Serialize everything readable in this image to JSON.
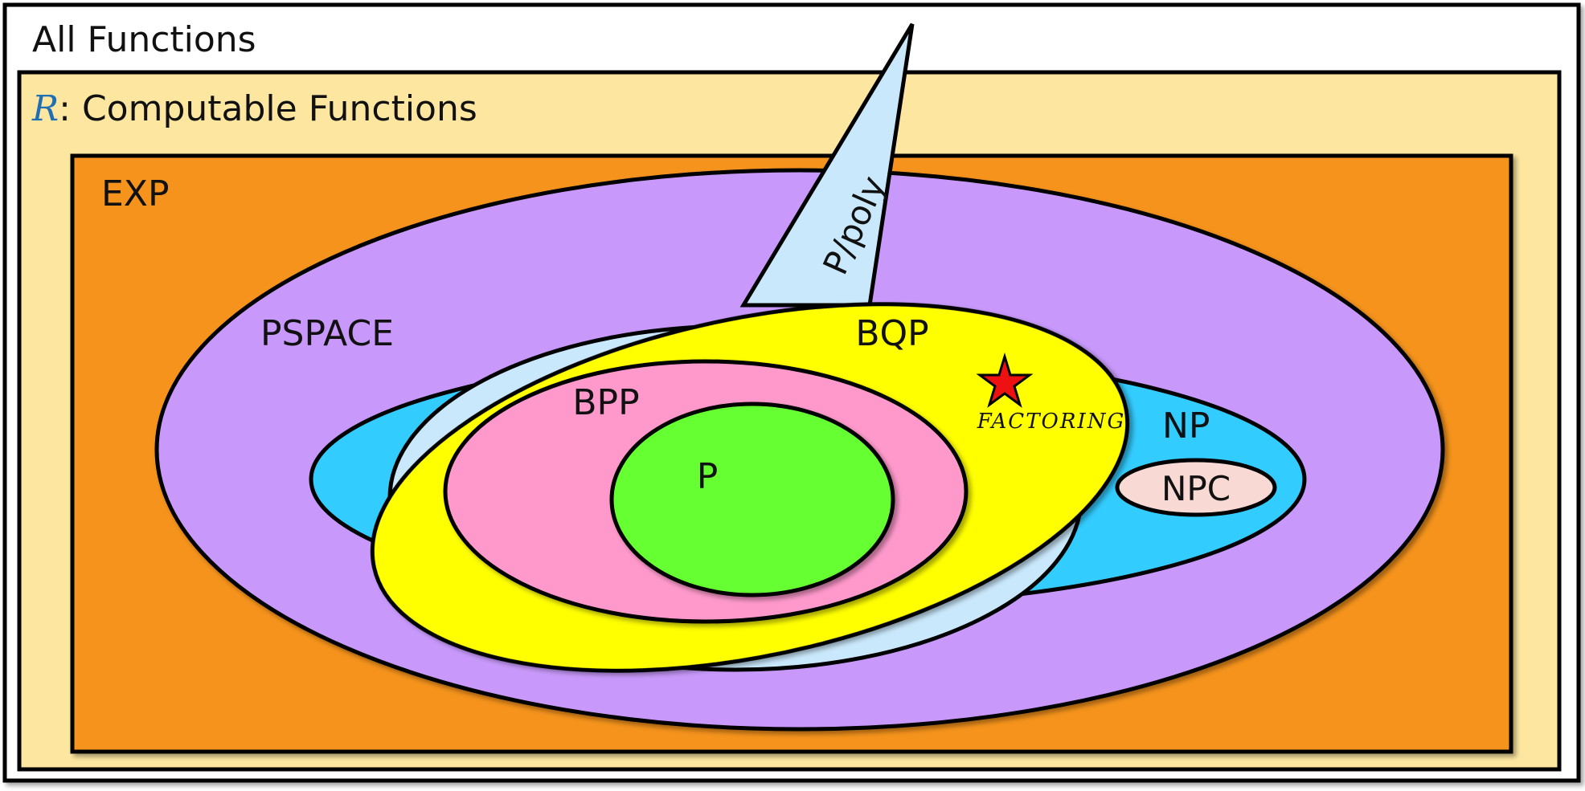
{
  "labels": {
    "all_functions": "All Functions",
    "computable_symbol": "R",
    "computable_text": ": Computable Functions",
    "exp": "EXP",
    "pspace": "PSPACE",
    "ppoly": "P/poly",
    "bqp": "BQP",
    "bpp": "BPP",
    "p": "P",
    "np": "NP",
    "npc": "NPC",
    "factoring": "FACTORING"
  },
  "colors": {
    "all_functions": "#ffffff",
    "computable": "#fde7a0",
    "exp": "#f5931f",
    "pspace": "#c899fb",
    "np": "#33ccff",
    "ppoly": "#c9e8fb",
    "bqp": "#ffff00",
    "bpp": "#ff99cc",
    "p": "#66ff33",
    "npc": "#f9d9d3",
    "factoring_star": "#ee1111",
    "r_symbol": "#1f6fb5"
  }
}
